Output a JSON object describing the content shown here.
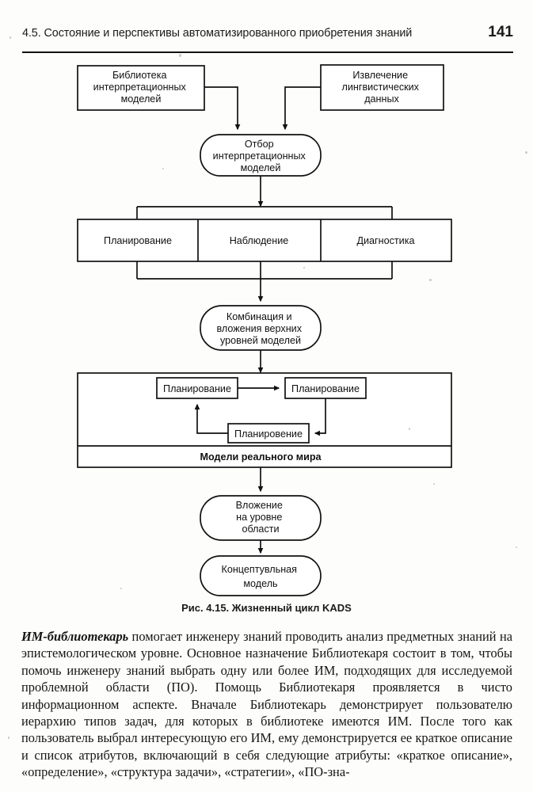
{
  "header": {
    "title": "4.5. Состояние и перспективы автоматизированного приобретения знаний",
    "page_number": "141"
  },
  "figure": {
    "caption_label": "Рис. 4.15.",
    "caption_text": "Жизненный цикл KADS",
    "nodes": {
      "library": "Библиотека\nинтерпретационных\nмоделей",
      "extraction": "Извлечение\nлингвистических\nданных",
      "selection": "Отбор\nинтерпретационных\nмоделей",
      "planning": "Планирование",
      "observation": "Наблюдение",
      "diagnostics": "Диагностика",
      "combination": "Комбинация и\nвложения верхних\nуровней моделей",
      "inner_planning_1": "Планирование",
      "inner_planning_2": "Планирование",
      "inner_planning_3": "Планировение",
      "real_world_models": "Модели реального мира",
      "domain_nesting": "Вложение\nна уровне\nобласти",
      "conceptual_model": "Концептувльная\nмодель"
    },
    "colors": {
      "stroke": "#111111",
      "fill": "#ffffff",
      "paper": "#fdfdfb"
    }
  },
  "body": {
    "lead": "ИМ-библиотекарь",
    "paragraph": " помогает инженеру знаний проводить анализ предметных знаний на эпистемологическом уровне. Основное назначение Библиотекаря состоит в том, чтобы помочь инженеру знаний выбрать одну или более ИМ, подходящих для исследуемой проблемной области (ПО). Помощь Библиотекаря проявляется в чисто информационном аспекте. Вначале Библиотекарь демонстрирует пользователю иерархию типов задач, для которых в библиотеке имеются ИМ. После того как пользователь выбрал интересующую его ИМ, ему демонстрируется ее краткое описание и список атрибутов, включающий в себя следующие атрибуты: «краткое описание», «определение», «структура задачи», «стратегии», «ПО-зна-"
  }
}
